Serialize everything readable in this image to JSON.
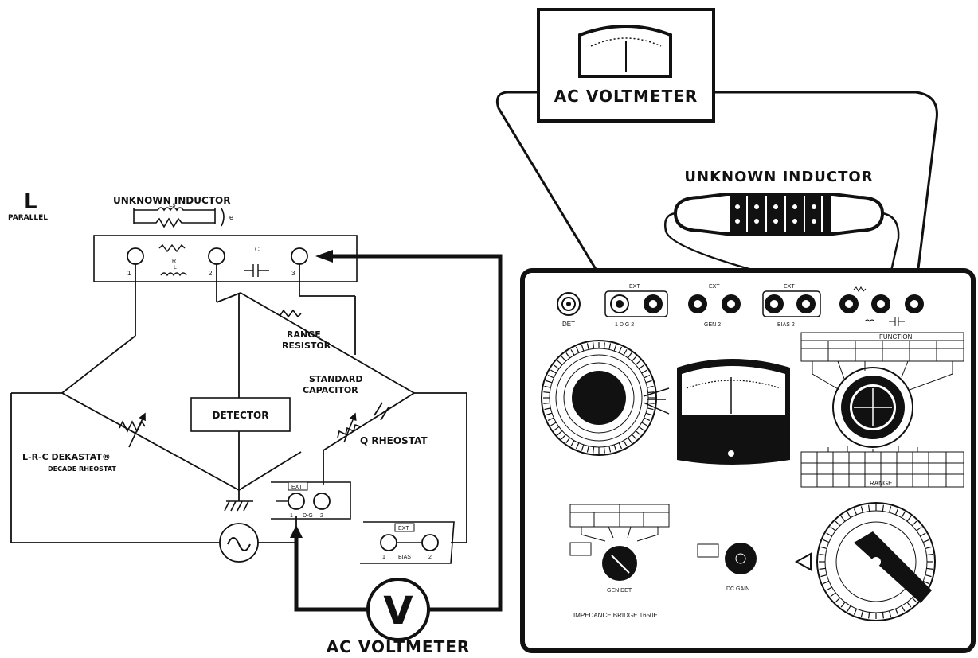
{
  "schematic": {
    "mode_letter": "L",
    "mode_word": "PARALLEL",
    "unknown_inductor": "UNKNOWN INDUCTOR",
    "ls": "Ls",
    "e": "e",
    "rl": "R",
    "ll": "L",
    "c": "C",
    "t1": "1",
    "t2": "2",
    "t3": "3",
    "range_resistor_1": "RANGE",
    "range_resistor_2": "RESISTOR",
    "standard_capacitor_1": "STANDARD",
    "standard_capacitor_2": "CAPACITOR",
    "detector": "DETECTOR",
    "q_rheostat": "Q RHEOSTAT",
    "dekastat_1": "L-R-C DEKASTAT®",
    "dekastat_2": "DECADE RHEOSTAT",
    "ext_det": "EXT",
    "det_1": "1",
    "det_mid": "D-G",
    "det_2": "2",
    "ext_bias": "EXT",
    "bias_1": "1",
    "bias_mid": "BIAS",
    "bias_2": "2",
    "voltmeter_symbol": "V",
    "ac_voltmeter": "AC VOLTMETER"
  },
  "instrument": {
    "ac_voltmeter": "AC VOLTMETER",
    "unknown_inductor": "UNKNOWN INDUCTOR",
    "det": "DET",
    "ext_1": "EXT",
    "ext_row": "1 D G 2",
    "ext_2": "EXT",
    "gen_row": "GEN 2",
    "ext_3": "EXT",
    "bias_row": "BIAS 2",
    "function": "FUNCTION",
    "range": "RANGE",
    "gen_label": "GEN DET",
    "dc_gain": "DC GAIN",
    "bridge_name": "IMPEDANCE BRIDGE 1650E"
  }
}
